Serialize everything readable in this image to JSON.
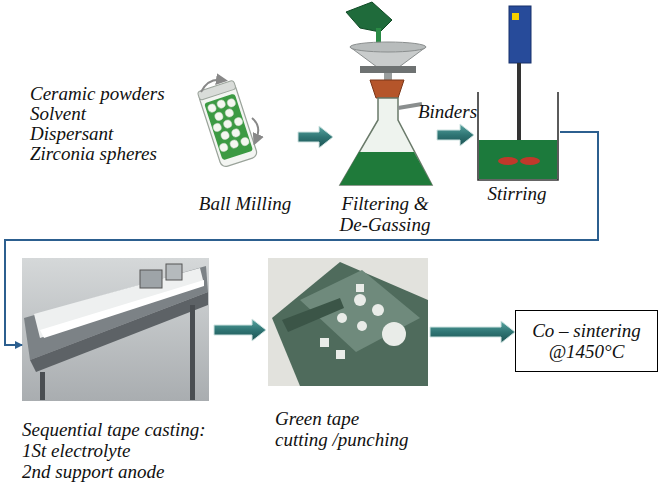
{
  "diagram": {
    "nodes": [
      {
        "text": [
          "Ball Milling"
        ]
      },
      {
        "text": [
          "Filtering & De-Gassing"
        ]
      },
      {
        "text": [
          "Stirring"
        ]
      },
      {
        "text": [
          "Sequential tape casting:",
          "1St electrolyte",
          "2nd support anode"
        ]
      },
      {
        "text": [
          "Green tape",
          "cutting /punching"
        ]
      },
      {
        "text": [
          "Co – sintering @1450°C"
        ]
      }
    ],
    "edges": [
      {
        "from": 0,
        "to": 1,
        "arrow": "to"
      },
      {
        "from": 1,
        "to": 2,
        "arrow": "to",
        "label": "Binders"
      },
      {
        "from": 2,
        "to": 3,
        "arrow": "to"
      },
      {
        "from": 3,
        "to": 4,
        "arrow": "to"
      },
      {
        "from": 4,
        "to": 5,
        "arrow": "to"
      }
    ],
    "labels": [
      "Ceramic powders",
      "Solvent",
      "Dispersant",
      "Zirconia spheres"
    ]
  }
}
